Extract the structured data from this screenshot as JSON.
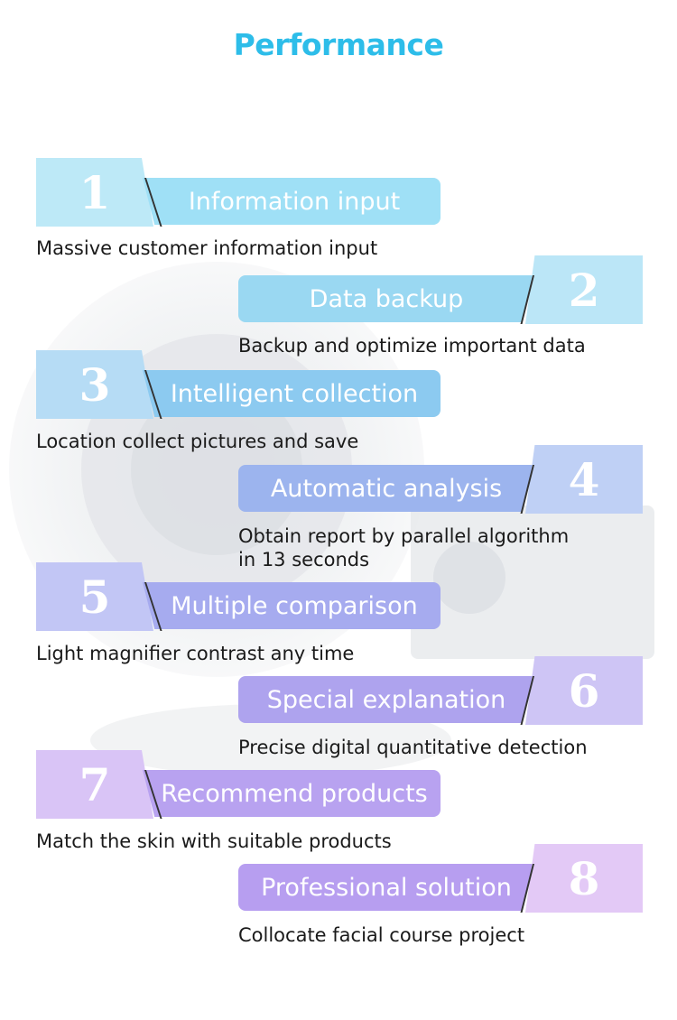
{
  "title": "Performance",
  "colors": {
    "title": "#2dbde9",
    "text": "#1a1a1a"
  },
  "steps": [
    {
      "num": "1",
      "label": "Information input",
      "desc": "Massive customer information input",
      "tab_color": "#bde9f7",
      "bar_color": "#9fe0f6"
    },
    {
      "num": "2",
      "label": "Data backup",
      "desc": "Backup and optimize important data",
      "tab_color": "#bbe6f7",
      "bar_color": "#9ad8f2"
    },
    {
      "num": "3",
      "label": "Intelligent collection",
      "desc": "Location collect pictures and save",
      "tab_color": "#b6dcf5",
      "bar_color": "#8ccaf0"
    },
    {
      "num": "4",
      "label": "Automatic analysis",
      "desc": "Obtain report by parallel algorithm in 13 seconds",
      "tab_color": "#bfd0f5",
      "bar_color": "#9cb4ee"
    },
    {
      "num": "5",
      "label": "Multiple comparison",
      "desc": "Light magnifier contrast any time",
      "tab_color": "#c2c6f5",
      "bar_color": "#a6abef"
    },
    {
      "num": "6",
      "label": "Special explanation",
      "desc": "Precise digital quantitative detection",
      "tab_color": "#cec5f5",
      "bar_color": "#aea3ee"
    },
    {
      "num": "7",
      "label": "Recommend products",
      "desc": "Match the skin with suitable products",
      "tab_color": "#d9c4f6",
      "bar_color": "#b8a2f0"
    },
    {
      "num": "8",
      "label": "Professional solution",
      "desc": "Collocate facial course project",
      "tab_color": "#e3c9f6",
      "bar_color": "#b79ef0"
    }
  ]
}
